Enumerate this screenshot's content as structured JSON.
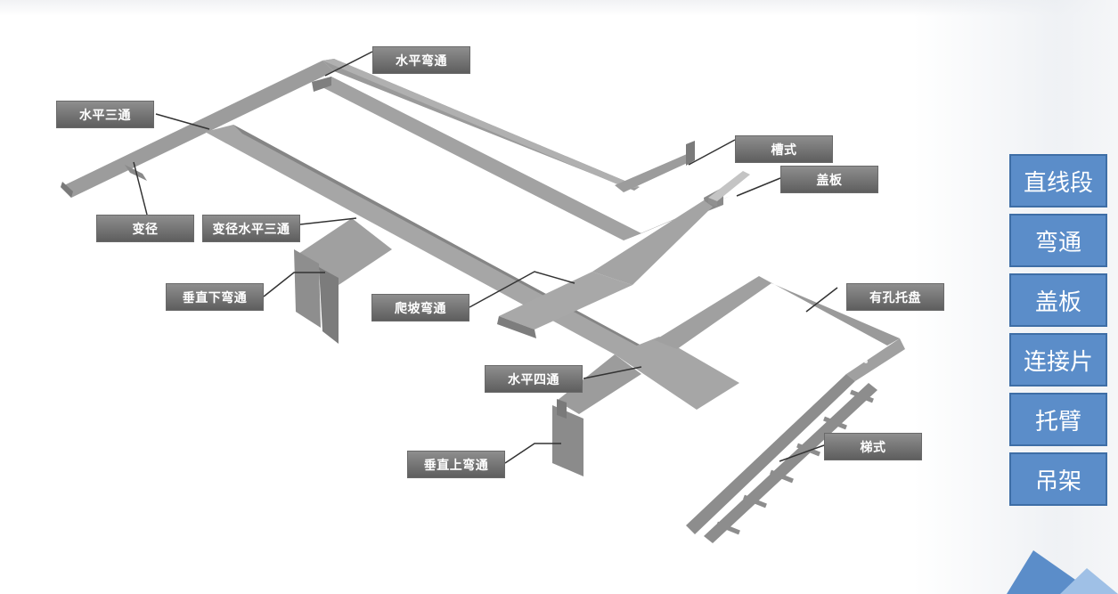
{
  "labels": {
    "horizontal_bend": "水平弯通",
    "horizontal_tee": "水平三通",
    "channel_type": "槽式",
    "cover_plate": "盖板",
    "reducer": "变径",
    "reducer_horizontal_tee": "变径水平三通",
    "vertical_down_bend": "垂直下弯通",
    "climbing_bend": "爬坡弯通",
    "perforated_tray": "有孔托盘",
    "horizontal_cross": "水平四通",
    "ladder_type": "梯式",
    "vertical_up_bend": "垂直上弯通"
  },
  "menu": [
    "直线段",
    "弯通",
    "盖板",
    "连接片",
    "托臂",
    "吊架"
  ],
  "colors": {
    "tray_top": "#a9a9a9",
    "tray_side": "#8c8c8c",
    "tray_dark": "#6f6f6f",
    "menu_blue": "#5b8dc9",
    "menu_border": "#3e6ea6",
    "callout": "#707070"
  }
}
